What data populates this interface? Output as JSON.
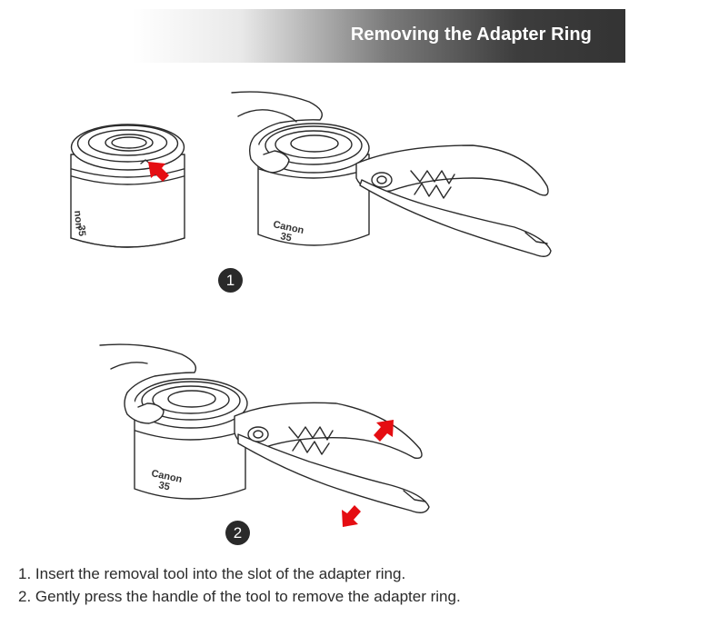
{
  "header": {
    "title": "Removing the Adapter Ring"
  },
  "lens": {
    "brand": "Canon",
    "model": "35",
    "partial_brand": "non",
    "partial_model": "35"
  },
  "steps": [
    {
      "number": "1",
      "text": "1. Insert the removal tool into the slot of the adapter ring."
    },
    {
      "number": "2",
      "text": "2. Gently press the handle of the tool to remove the adapter ring."
    }
  ],
  "colors": {
    "arrow": "#e50d12",
    "banner_dark": "#333333",
    "line": "#2a2a2a"
  }
}
